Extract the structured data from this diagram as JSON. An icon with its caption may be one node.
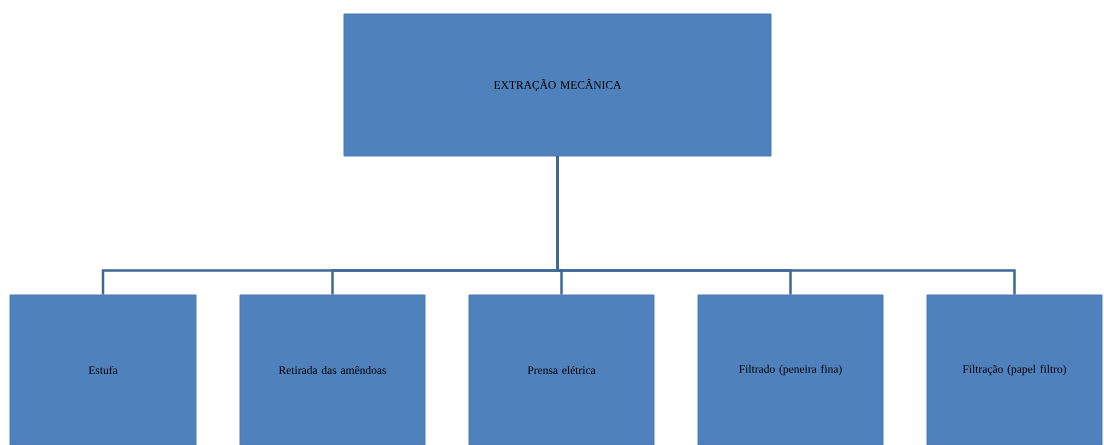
{
  "diagram": {
    "nodes": [
      {
        "text": [
          "EXTRAÇÃO  MECÂNICA"
        ]
      },
      {
        "text": [
          "Estufa"
        ]
      },
      {
        "text": [
          "Retirada das amêndoas"
        ]
      },
      {
        "text": [
          "Prensa elétrica"
        ]
      },
      {
        "text": [
          "Filtrado (peneira fina)"
        ]
      },
      {
        "text": [
          "Filtração (papel filtro)"
        ]
      }
    ],
    "edges": [
      {
        "from": 0,
        "to": 1,
        "arrow": "none"
      },
      {
        "from": 0,
        "to": 2,
        "arrow": "none"
      },
      {
        "from": 0,
        "to": 3,
        "arrow": "none"
      },
      {
        "from": 0,
        "to": 4,
        "arrow": "none"
      },
      {
        "from": 0,
        "to": 5,
        "arrow": "none"
      }
    ]
  }
}
